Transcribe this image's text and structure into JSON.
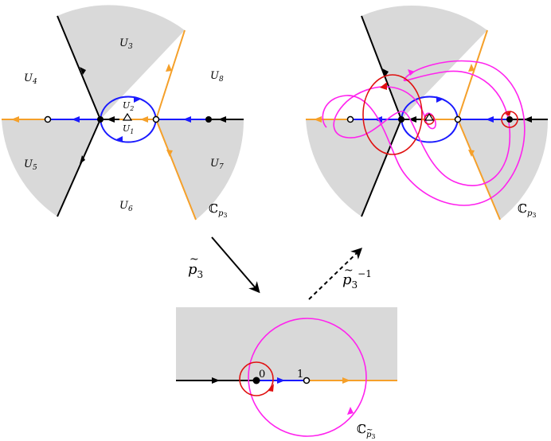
{
  "left_panel": {
    "regions": {
      "u1": {
        "main": "U",
        "sub": "1"
      },
      "u2": {
        "main": "U",
        "sub": "2"
      },
      "u3": {
        "main": "U",
        "sub": "3"
      },
      "u4": {
        "main": "U",
        "sub": "4"
      },
      "u5": {
        "main": "U",
        "sub": "5"
      },
      "u6": {
        "main": "U",
        "sub": "6"
      },
      "u7": {
        "main": "U",
        "sub": "7"
      },
      "u8": {
        "main": "U",
        "sub": "8"
      }
    },
    "plane_label": {
      "main": "ℂ",
      "sub": "p",
      "subsub": "3"
    }
  },
  "right_panel": {
    "plane_label": {
      "main": "ℂ",
      "sub": "p",
      "subsub": "3"
    }
  },
  "bottom_panel": {
    "point_zero": "0",
    "point_one": "1",
    "plane_label": {
      "main": "ℂ",
      "sub": "p",
      "subsub": "3",
      "tilde": "~"
    }
  },
  "arrows": {
    "forward": {
      "main": "p",
      "sub": "3",
      "tilde": "~"
    },
    "inverse": {
      "main": "p",
      "sub": "3",
      "tilde": "~",
      "sup": "−1"
    }
  },
  "colors": {
    "shade": "#d9d9d9",
    "black": "#000000",
    "orange": "#f5a02a",
    "blue": "#1a1aff",
    "red": "#e01010",
    "magenta": "#ff22ee"
  }
}
